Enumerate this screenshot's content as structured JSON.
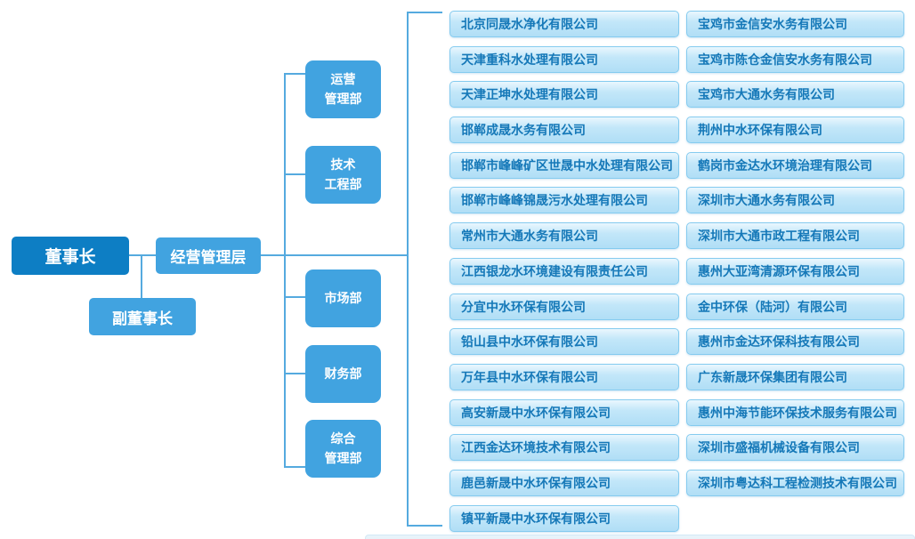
{
  "chart": {
    "chairman": "董事长",
    "vice_chairman": "副董事长",
    "management_layer": "经营管理层",
    "departments": [
      "运营\n管理部",
      "技术\n工程部",
      "市场部",
      "财务部",
      "综合\n管理部"
    ],
    "subsidiaries_col1": [
      "北京同晟水净化有限公司",
      "天津重科水处理有限公司",
      "天津正坤水处理有限公司",
      "邯郸成晟水务有限公司",
      "邯郸市峰峰矿区世晟中水处理有限公司",
      "邯郸市峰峰锦晟污水处理有限公司",
      "常州市大通水务有限公司",
      "江西银龙水环境建设有限责任公司",
      "分宜中水环保有限公司",
      "铅山县中水环保有限公司",
      "万年县中水环保有限公司",
      "高安新晟中水环保有限公司",
      "江西金达环境技术有限公司",
      "鹿邑新晟中水环保有限公司",
      "镇平新晟中水环保有限公司"
    ],
    "subsidiaries_col2": [
      "宝鸡市金信安水务有限公司",
      "宝鸡市陈仓金信安水务有限公司",
      "宝鸡市大通水务有限公司",
      "荆州中水环保有限公司",
      "鹤岗市金达水环境治理有限公司",
      "深圳市大通水务有限公司",
      "深圳市大通市政工程有限公司",
      "惠州大亚湾清源环保有限公司",
      "金中环保（陆河）有限公司",
      "惠州市金达环保科技有限公司",
      "广东新晟环保集团有限公司",
      "惠州中海节能环保技术服务有限公司",
      "深圳市盛福机械设备有限公司",
      "深圳市粤达科工程检测技术有限公司"
    ]
  },
  "colors": {
    "chairman_bg": "#0d7ec4",
    "node_bg": "#41a3e0",
    "connector_line": "#55aadf",
    "company_fill_top": "#eaf7fe",
    "company_fill_bottom": "#b0def6",
    "company_border": "#85cbef",
    "company_text": "#1578b8"
  }
}
